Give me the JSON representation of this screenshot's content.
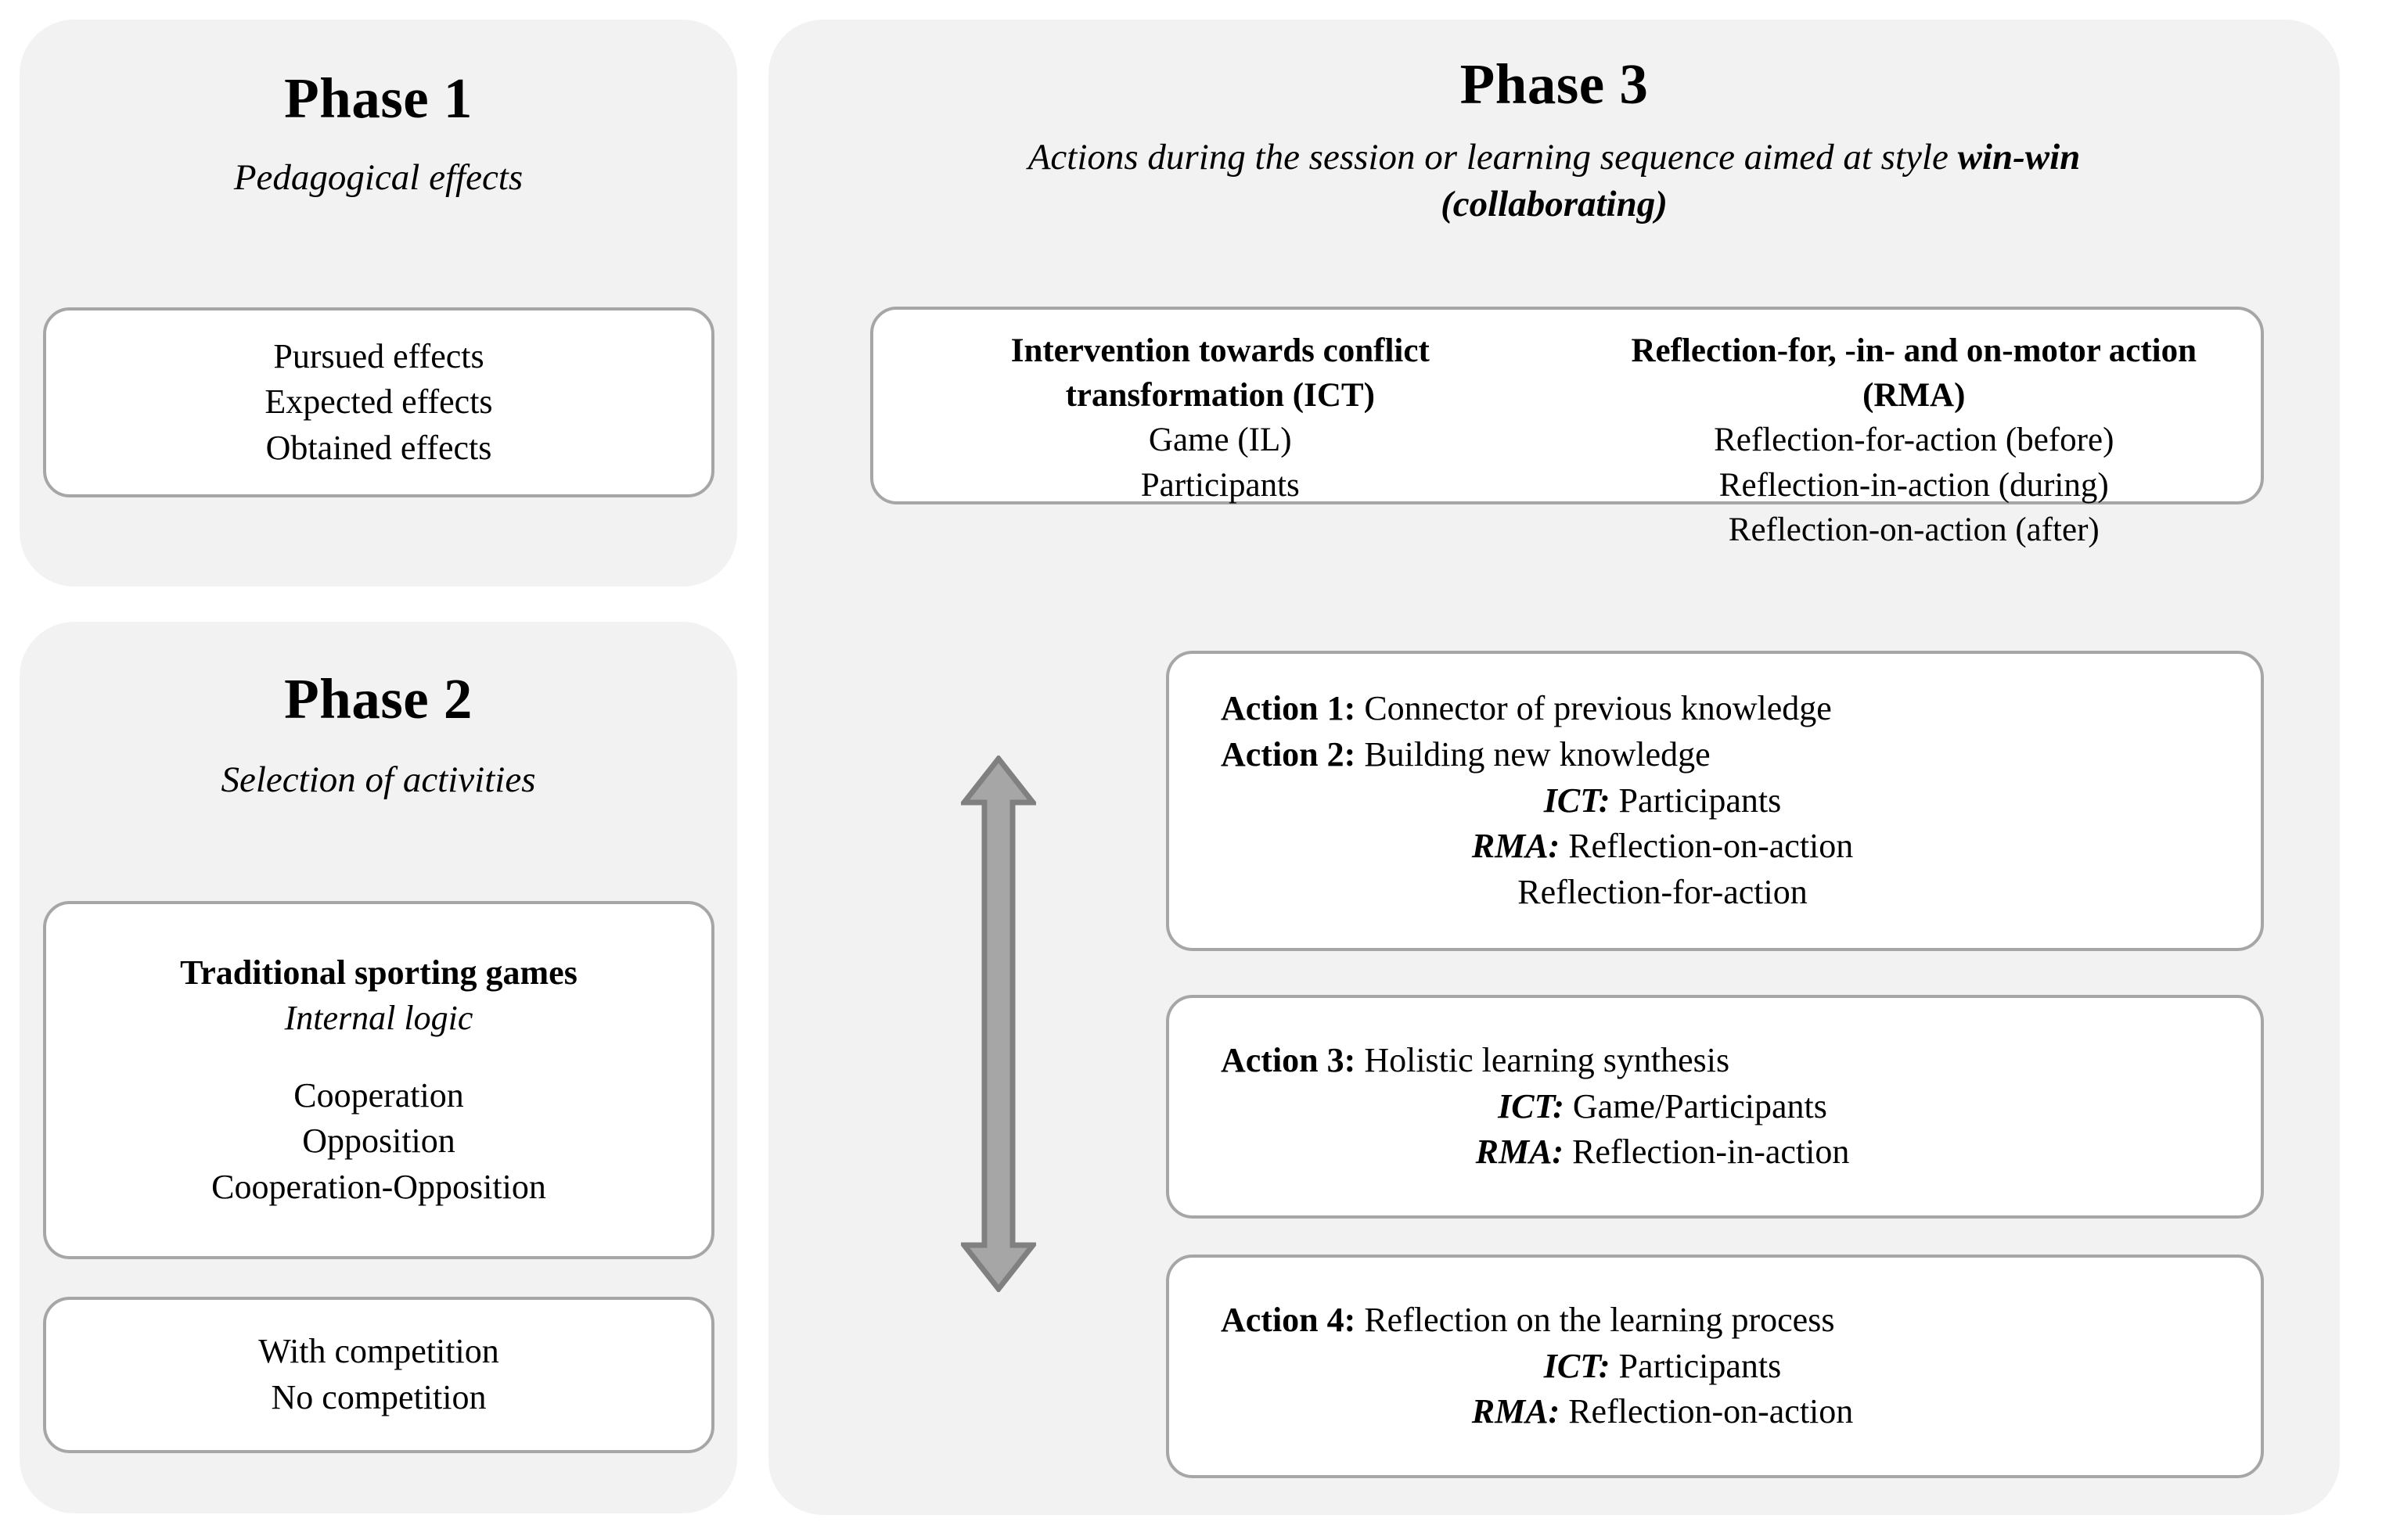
{
  "colors": {
    "panel_bg": "#f2f2f2",
    "card_bg": "#ffffff",
    "card_border": "#a6a6a6",
    "arrow_fill": "#a6a6a6",
    "arrow_stroke": "#808080",
    "text": "#000000"
  },
  "phase1": {
    "title": "Phase 1",
    "subtitle": "Pedagogical effects",
    "effects": [
      "Pursued effects",
      "Expected effects",
      "Obtained effects"
    ]
  },
  "phase2": {
    "title": "Phase 2",
    "subtitle": "Selection of activities",
    "games_card": {
      "heading": "Traditional sporting games",
      "subheading": "Internal logic",
      "items": [
        "Cooperation",
        "Opposition",
        "Cooperation-Opposition"
      ]
    },
    "competition_card": {
      "items": [
        "With competition",
        "No competition"
      ]
    }
  },
  "phase3": {
    "title": "Phase 3",
    "subtitle_plain": "Actions during the session or learning sequence aimed at style ",
    "subtitle_bold": "win-win (collaborating)",
    "header_card": {
      "ict": {
        "heading": "Intervention towards conflict transformation (ICT)",
        "items": [
          "Game (IL)",
          "Participants"
        ]
      },
      "rma": {
        "heading": "Reflection-for, -in- and on-motor action (RMA)",
        "items": [
          "Reflection-for-action (before)",
          "Reflection-in-action (during)",
          "Reflection-on-action (after)"
        ]
      }
    },
    "arrow": {
      "name": "vertical-double-headed-arrow",
      "direction": "up-down"
    },
    "action_cards": [
      {
        "rows": [
          {
            "label": "Action 1:",
            "label_style": "bold",
            "text": " Connector of previous knowledge",
            "align": "left"
          },
          {
            "label": "Action 2:",
            "label_style": "bold",
            "text": " Building new knowledge",
            "align": "left"
          },
          {
            "label": "ICT:",
            "label_style": "bold-italic",
            "text": " Participants",
            "align": "center"
          },
          {
            "label": "RMA:",
            "label_style": "bold-italic",
            "text": " Reflection-on-action",
            "align": "center"
          },
          {
            "label": "",
            "label_style": "none",
            "text": "Reflection-for-action",
            "align": "center-indent"
          }
        ]
      },
      {
        "rows": [
          {
            "label": "Action 3:",
            "label_style": "bold",
            "text": " Holistic learning synthesis",
            "align": "left"
          },
          {
            "label": "ICT:",
            "label_style": "bold-italic",
            "text": " Game/Participants",
            "align": "center"
          },
          {
            "label": "RMA:",
            "label_style": "bold-italic",
            "text": " Reflection-in-action",
            "align": "center"
          }
        ]
      },
      {
        "rows": [
          {
            "label": "Action 4:",
            "label_style": "bold",
            "text": " Reflection on the learning process",
            "align": "left"
          },
          {
            "label": "ICT:",
            "label_style": "bold-italic",
            "text": " Participants",
            "align": "center"
          },
          {
            "label": "RMA:",
            "label_style": "bold-italic",
            "text": " Reflection-on-action",
            "align": "center"
          }
        ]
      }
    ]
  }
}
